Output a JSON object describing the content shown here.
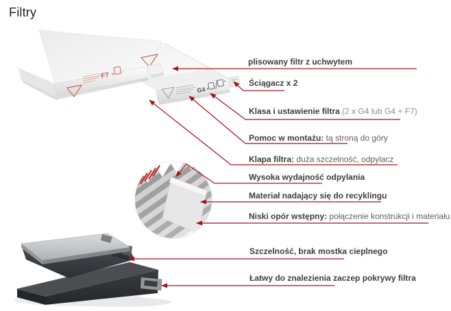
{
  "title": "Filtry",
  "colors": {
    "annotation_red": "#a5131a",
    "triangle_red": "#c96a60",
    "filter_back_text": "#cf5a52",
    "filter_front_text": "#4f4f4f"
  },
  "filters": {
    "back_class": "F7",
    "front_class": "G4"
  },
  "annotations": [
    {
      "id": "pleated-filter-with-handle",
      "bold": "plisowany filtr z uchwytem",
      "rest": ""
    },
    {
      "id": "puller-x2",
      "bold": "Ściągacz x 2",
      "rest": ""
    },
    {
      "id": "filter-class-setup",
      "bold": "Klasa i ustawienie filtra",
      "rest": " (2 x G4 lub G4 + F7)"
    },
    {
      "id": "mounting-help",
      "bold": "Pomoc w montażu:",
      "rest": " tą stroną do góry"
    },
    {
      "id": "filter-flap",
      "bold": "Klapa filtra:",
      "rest": " duża szczelność, odpylacz"
    },
    {
      "id": "high-dedusting-efficiency",
      "bold": "Wysoka wydajność odpylania",
      "rest": ""
    },
    {
      "id": "recyclable-material",
      "bold": "Materiał nadający się do recyklingu",
      "rest": ""
    },
    {
      "id": "low-initial-resistance",
      "bold": "Niski opór wstępny:",
      "rest": " połączenie konstrukcji i materiału"
    },
    {
      "id": "tightness-no-thermal-bridge",
      "bold": "Szczelność, brak mostka cieplnego",
      "rest": ""
    },
    {
      "id": "easy-to-find-cover-catch",
      "bold": "Łatwy do znalezienia zaczep pokrywy filtra",
      "rest": ""
    }
  ]
}
